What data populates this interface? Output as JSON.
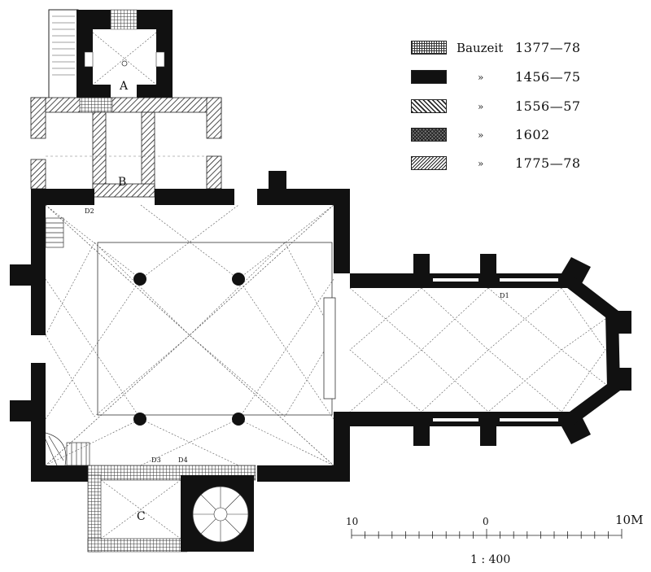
{
  "legend": {
    "items": [
      {
        "label": "Bauzeit",
        "mark": "",
        "years": "1377—78",
        "pattern": "1377"
      },
      {
        "label": "",
        "mark": "»",
        "years": "1456—75",
        "pattern": "1456"
      },
      {
        "label": "",
        "mark": "»",
        "years": "1556—57",
        "pattern": "1556"
      },
      {
        "label": "",
        "mark": "»",
        "years": "1602",
        "pattern": "1602"
      },
      {
        "label": "",
        "mark": "»",
        "years": "1775—78",
        "pattern": "1775"
      }
    ]
  },
  "rooms": {
    "a": "A",
    "b": "B",
    "c": "C"
  },
  "doors": {
    "d1": "D1",
    "d2": "D2",
    "d3": "D3",
    "d4": "D4"
  },
  "scale_bar": {
    "left_label": "10",
    "mid_label": "0",
    "right_label": "10M",
    "ratio": "1 : 400"
  },
  "colors": {
    "ink": "#111111",
    "paper": "#ffffff"
  }
}
